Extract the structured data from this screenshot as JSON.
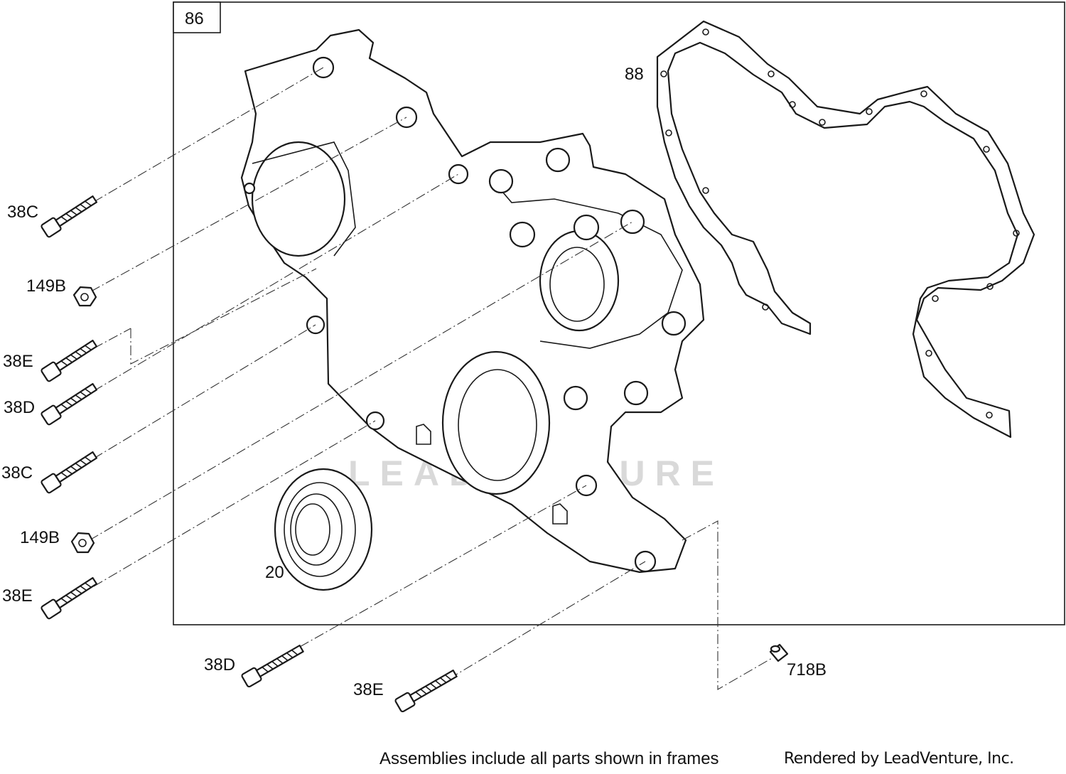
{
  "frame_label": "86",
  "watermark": "LEADVENTURE",
  "callouts": {
    "gasket": "88",
    "bolt_c_top": "38C",
    "nut_top": "149B",
    "bolt_e_left_1": "38E",
    "bolt_d_left": "38D",
    "bolt_c_mid": "38C",
    "nut_bottom": "149B",
    "bolt_e_left_2": "38E",
    "seal": "20",
    "bolt_d_bottom": "38D",
    "bolt_e_bottom": "38E",
    "dowel_pin": "718B"
  },
  "footer": {
    "note": "Assemblies include all parts shown in frames",
    "credit": "Rendered by LeadVenture, Inc."
  }
}
